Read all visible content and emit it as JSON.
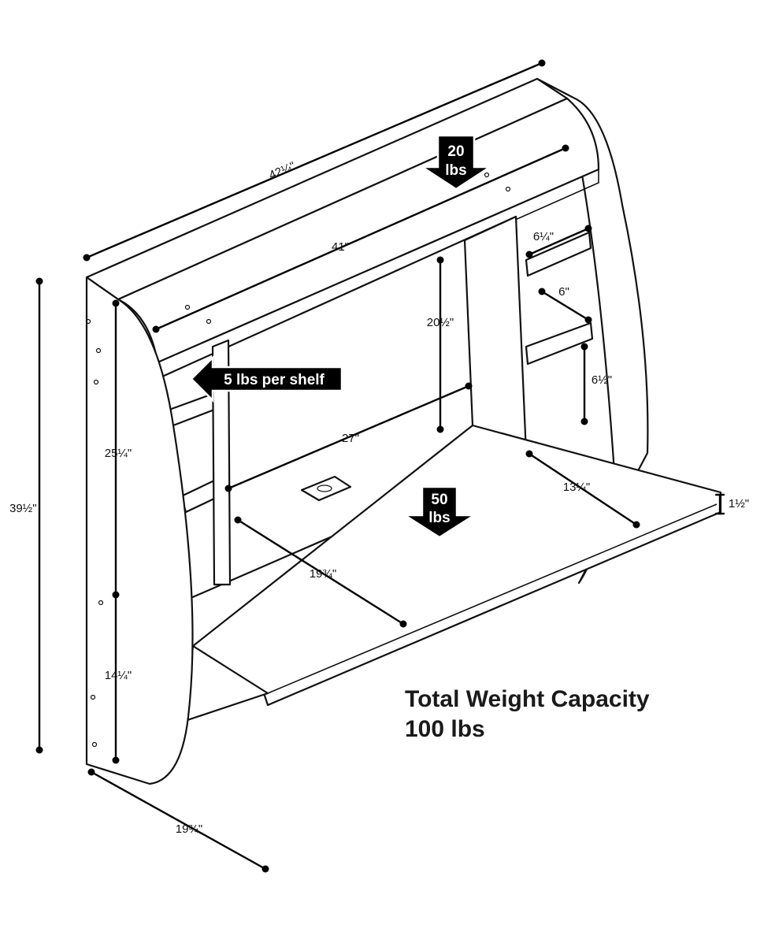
{
  "dimensions": {
    "overall_width": "42¼\"",
    "shelf_width": "41\"",
    "overall_height": "39½\"",
    "side_upper": "25¼\"",
    "side_lower": "14¼\"",
    "depth": "19¾\"",
    "desk_depth": "19¾\"",
    "desk_opening_width": "27\"",
    "opening_height": "20½\"",
    "small_shelf_top": "6¼\"",
    "small_shelf_mid": "6\"",
    "small_shelf_low": "6½\"",
    "desk_right_width": "13¼\"",
    "desk_thickness": "1½\""
  },
  "load_labels": {
    "top_shelf": [
      "20",
      "lbs"
    ],
    "per_shelf": "5 lbs per shelf",
    "desk": [
      "50",
      "lbs"
    ]
  },
  "caption": {
    "line1": "Total Weight Capacity",
    "line2": "100 lbs"
  }
}
